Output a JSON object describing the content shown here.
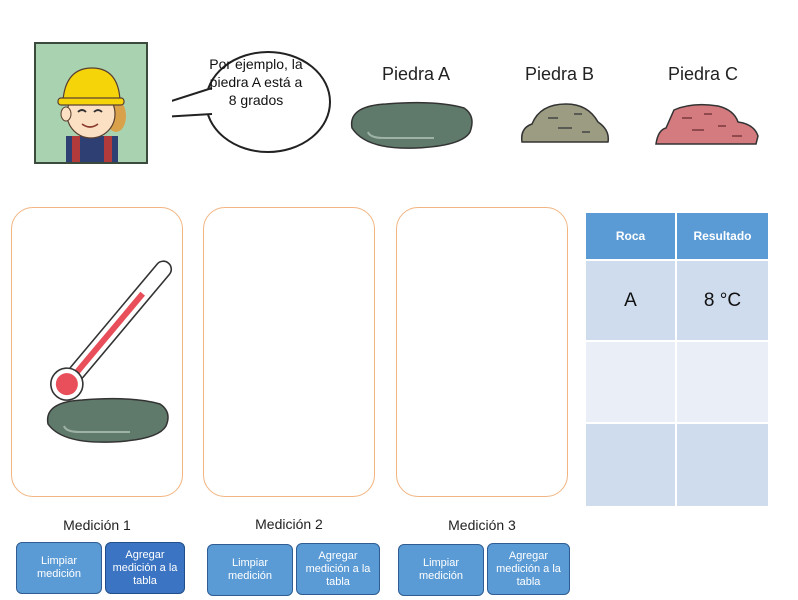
{
  "speech": {
    "text": "Por ejemplo, la piedra A está a 8 grados"
  },
  "stones": [
    {
      "label": "Piedra A",
      "color": "#5f7a6a"
    },
    {
      "label": "Piedra B",
      "color": "#9c9c82"
    },
    {
      "label": "Piedra C",
      "color": "#d47b80"
    }
  ],
  "measurements": [
    {
      "label": "Medición 1",
      "clear_label": "Limpiar medición",
      "add_label": "Agregar medición a la tabla"
    },
    {
      "label": "Medición 2",
      "clear_label": "Limpiar medición",
      "add_label": "Agregar medición a la tabla"
    },
    {
      "label": "Medición 3",
      "clear_label": "Limpiar medición",
      "add_label": "Agregar medición a la tabla"
    }
  ],
  "table": {
    "headers": [
      "Roca",
      "Resultado"
    ],
    "rows": [
      [
        "A",
        "8 °C"
      ],
      [
        "",
        ""
      ],
      [
        "",
        ""
      ]
    ]
  },
  "colors": {
    "card_border": "#f2b582",
    "button": "#5b9bd5",
    "header": "#5b9bd5"
  }
}
